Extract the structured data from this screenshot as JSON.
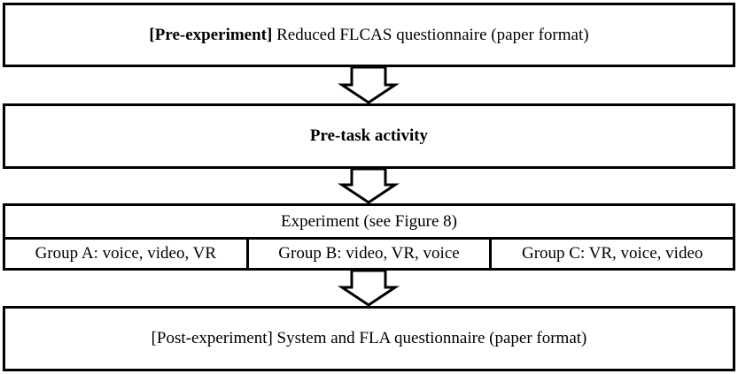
{
  "steps": [
    {
      "bold_prefix": "[Pre-experiment]",
      "text": " Reduced FLCAS questionnaire (paper format)"
    },
    {
      "bold_text": "Pre-task activity"
    },
    {
      "title": "Experiment (see Figure 8)",
      "groups": [
        {
          "label": "Group A: voice, video, VR"
        },
        {
          "label": "Group B: video, VR, voice"
        },
        {
          "label": "Group C: VR, voice, video"
        }
      ]
    },
    {
      "text": "[Post-experiment] System and FLA questionnaire (paper format)"
    }
  ],
  "colors": {
    "line": "#000000",
    "fill": "#ffffff"
  }
}
